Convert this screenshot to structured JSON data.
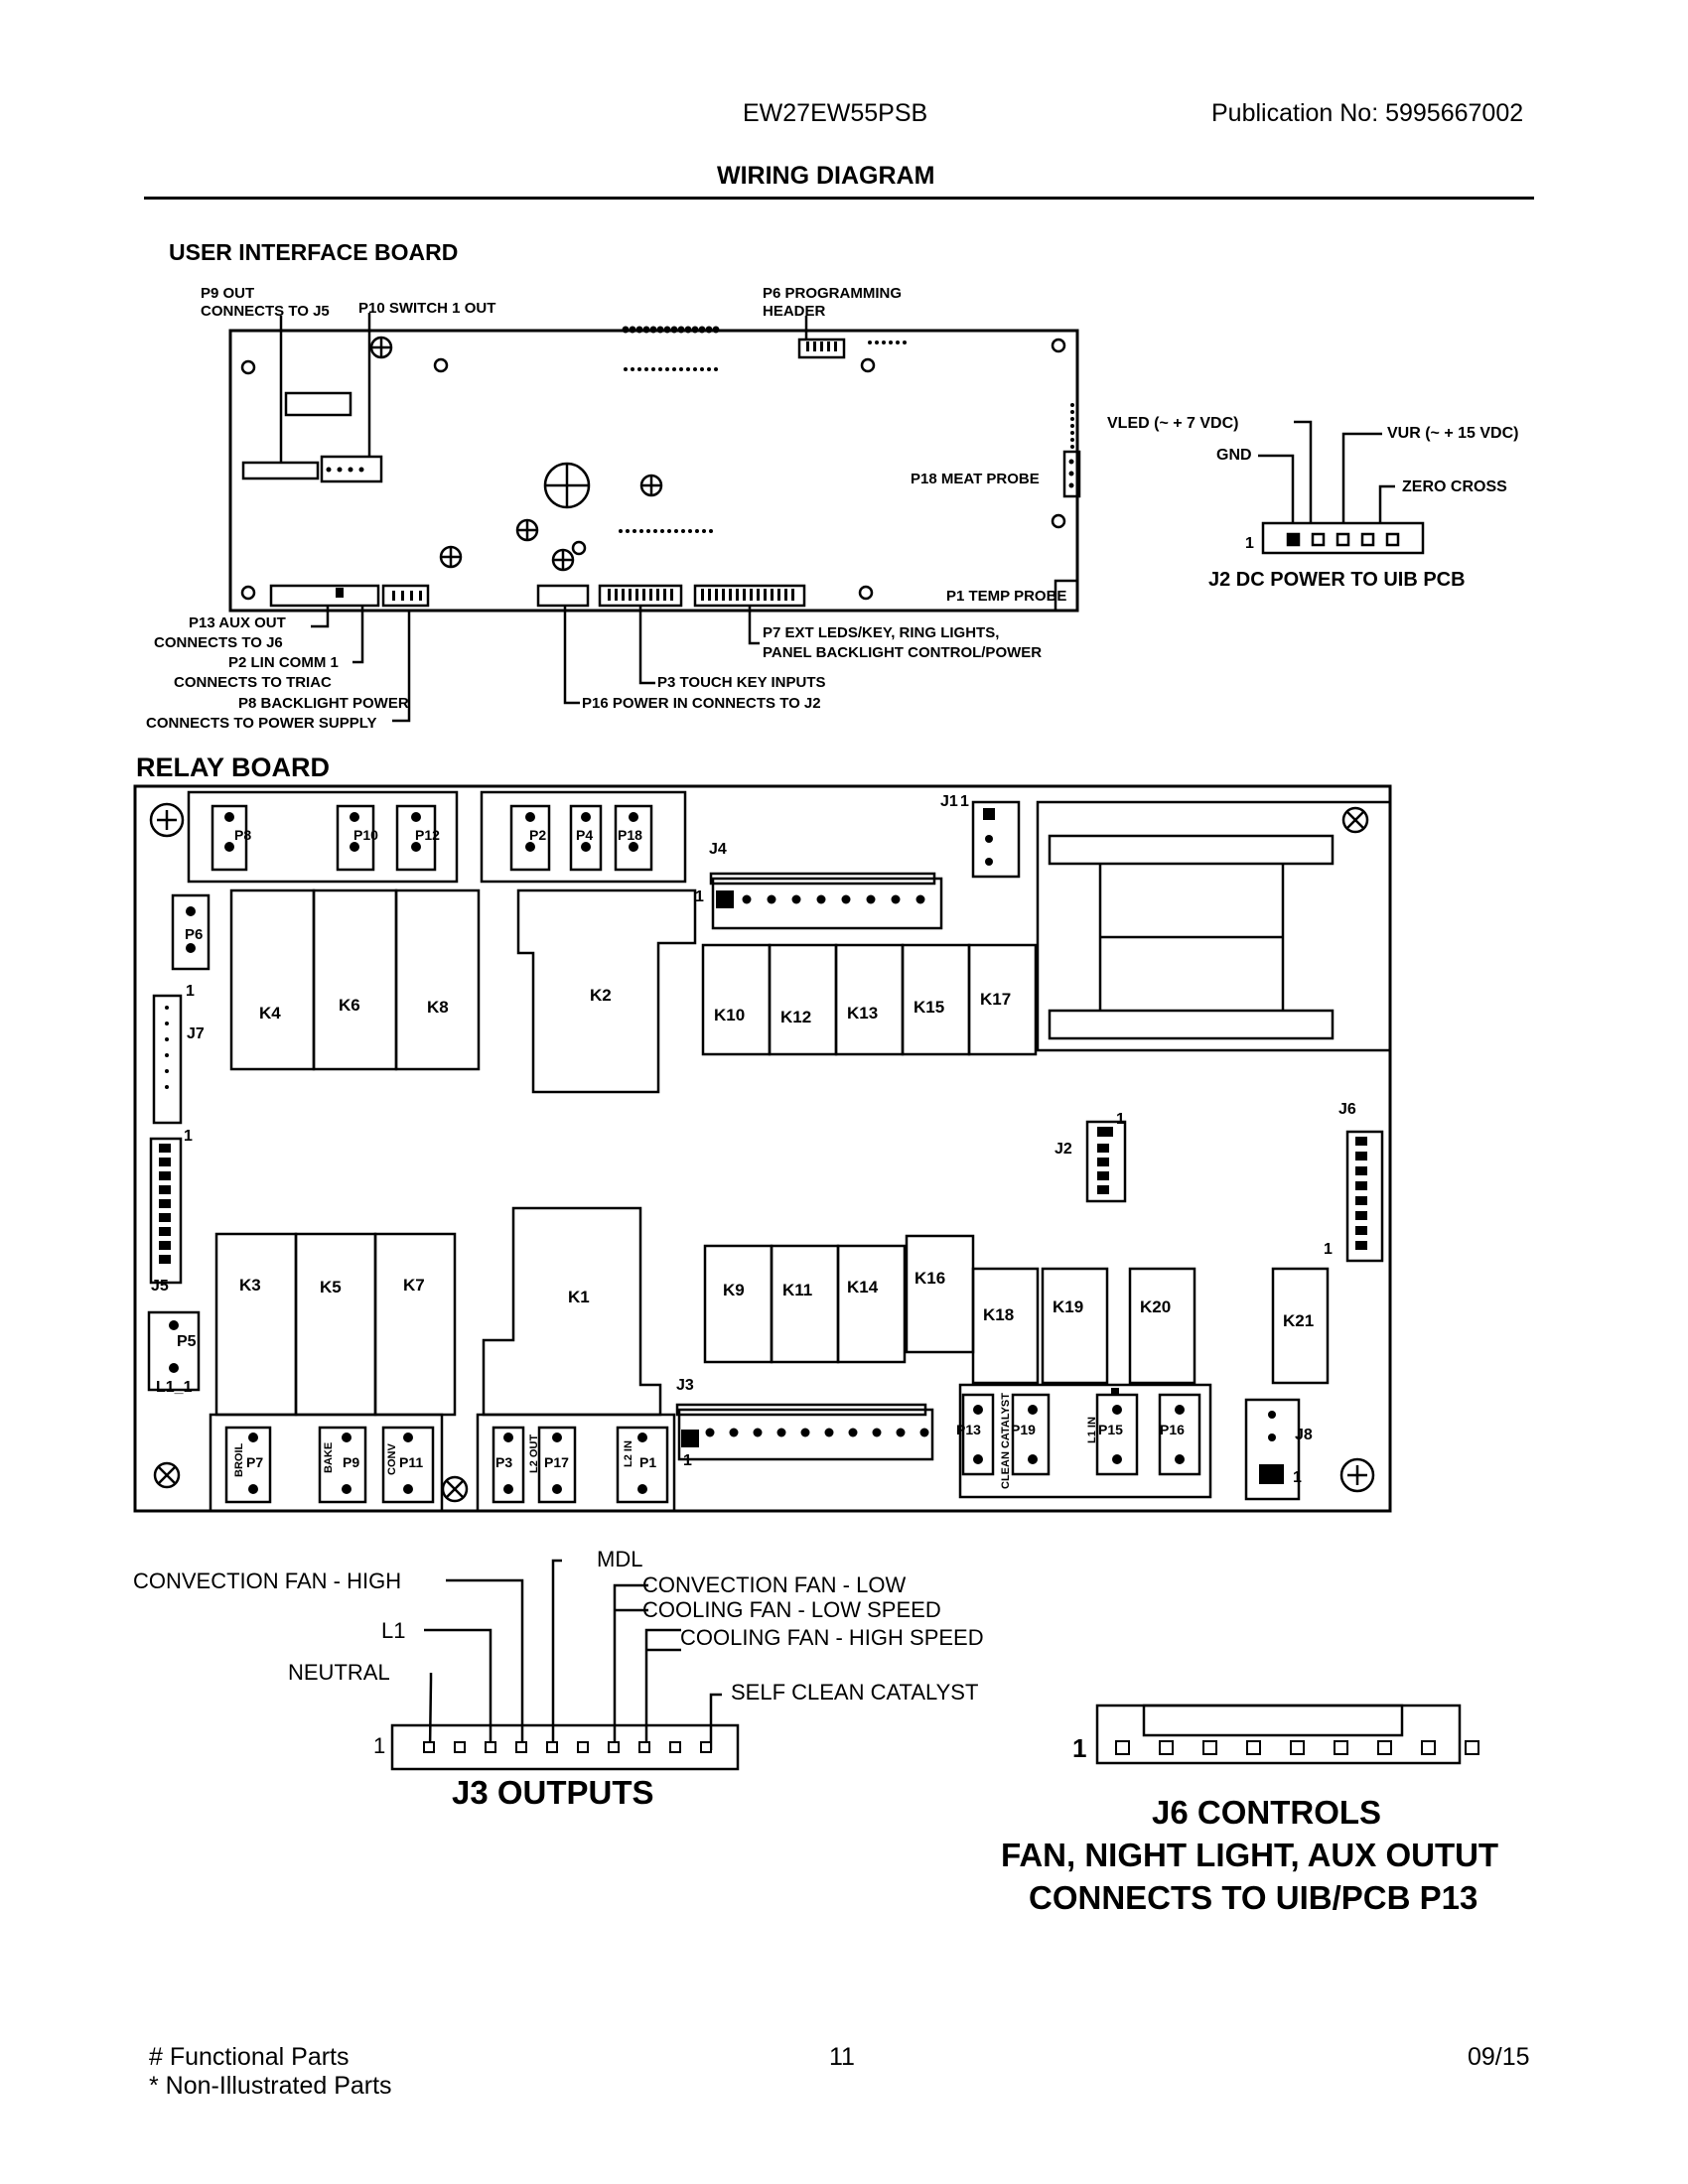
{
  "header": {
    "model": "EW27EW55PSB",
    "publication": "Publication No:  5995667002",
    "title": "WIRING DIAGRAM"
  },
  "uib": {
    "title": "USER INTERFACE BOARD",
    "p9_line1": "P9 OUT",
    "p9_line2": "CONNECTS TO J5",
    "p10": "P10 SWITCH 1 OUT",
    "p6_line1": "P6 PROGRAMMING",
    "p6_line2": "HEADER",
    "p18": "P18 MEAT PROBE",
    "p1": "P1 TEMP PROBE",
    "p13_line1": "P13 AUX OUT",
    "p13_line2": "CONNECTS TO J6",
    "p2_line1": "P2 LIN COMM 1",
    "p2_line2": "CONNECTS TO TRIAC",
    "p8_line1": "P8 BACKLIGHT POWER",
    "p8_line2": "CONNECTS TO POWER SUPPLY",
    "p7_line1": "P7 EXT LEDS/KEY, RING LIGHTS,",
    "p7_line2": "PANEL BACKLIGHT CONTROL/POWER",
    "p3": "P3 TOUCH KEY INPUTS",
    "p16": "P16 POWER IN CONNECTS TO J2"
  },
  "j2": {
    "vled": "VLED  (~ + 7  VDC)",
    "vur": "VUR  (~ + 15  VDC)",
    "gnd": "GND",
    "zero_cross": "ZERO  CROSS",
    "pin1": "1",
    "title": "J2 DC POWER TO UIB PCB"
  },
  "relay": {
    "title": "RELAY BOARD",
    "plugs_top": [
      "P8",
      "P10",
      "P12",
      "P2",
      "P4",
      "P18"
    ],
    "p6": "P6",
    "p5": "P5",
    "l1": "L1_1",
    "relays_left_top": [
      "K4",
      "K6",
      "K8"
    ],
    "k2": "K2",
    "relays_mid_top": [
      "K10",
      "K12",
      "K13",
      "K15",
      "K17"
    ],
    "relays_left_bottom": [
      "K3",
      "K5",
      "K7"
    ],
    "k1": "K1",
    "relays_mid_bottom": [
      "K9",
      "K11",
      "K14",
      "K16"
    ],
    "relays_right_bottom": [
      "K18",
      "K19",
      "K20",
      "K21"
    ],
    "j1": "J1",
    "j2": "J2",
    "j3": "J3",
    "j4": "J4",
    "j5": "J5",
    "j6": "J6",
    "j7": "J7",
    "j8": "J8",
    "one": "1",
    "bottom_plugs": [
      "P7",
      "P9",
      "P11",
      "P3",
      "P17",
      "P1",
      "P13",
      "P19",
      "P15",
      "P16"
    ],
    "broil": "BROIL",
    "bake": "BAKE",
    "conv": "CONV",
    "l2out": "L2 OUT",
    "l2in": "L2 IN",
    "l1in": "L1 IN",
    "clean_catalyst": "CLEAN CATALYST"
  },
  "j3": {
    "convection_high": "CONVECTION FAN - HIGH",
    "mdl": "MDL",
    "convection_low": "CONVECTION FAN - LOW",
    "l1": "L1",
    "cooling_low": "COOLING FAN - LOW SPEED",
    "cooling_high": "COOLING FAN - HIGH SPEED",
    "neutral": "NEUTRAL",
    "self_clean": "SELF CLEAN CATALYST",
    "pin1": "1",
    "title": "J3 OUTPUTS"
  },
  "j6": {
    "pin1": "1",
    "line1": "J6 CONTROLS",
    "line2": "FAN, NIGHT LIGHT, AUX OUTUT",
    "line3": "CONNECTS TO UIB/PCB P13"
  },
  "footer": {
    "functional": "# Functional Parts",
    "non_illustrated": "* Non-Illustrated Parts",
    "page": "11",
    "date": "09/15"
  }
}
